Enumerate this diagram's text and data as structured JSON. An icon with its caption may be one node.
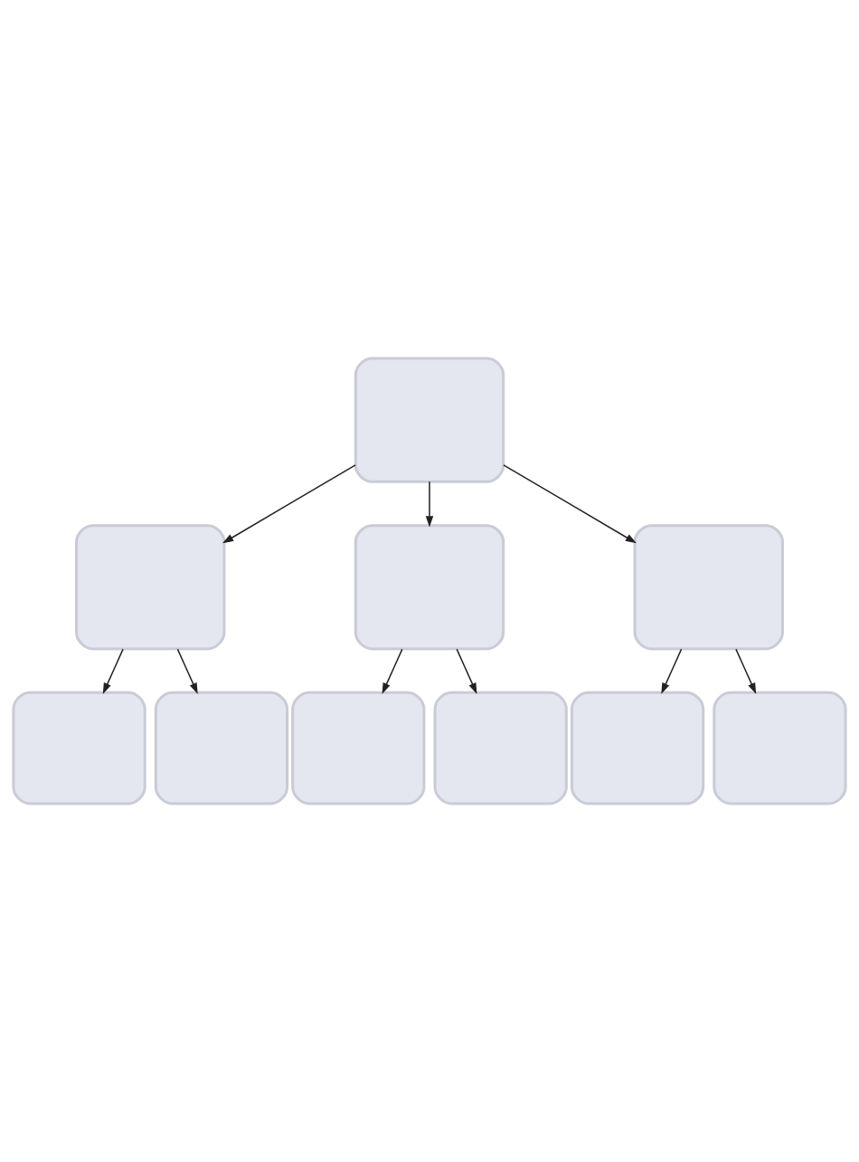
{
  "diagram": {
    "nodes": [
      {
        "text": [],
        "shape": "box"
      },
      {
        "text": [],
        "shape": "box"
      },
      {
        "text": [],
        "shape": "box"
      },
      {
        "text": [],
        "shape": "box"
      },
      {
        "text": [],
        "shape": "box"
      },
      {
        "text": [],
        "shape": "box"
      },
      {
        "text": [],
        "shape": "box"
      },
      {
        "text": [],
        "shape": "box"
      },
      {
        "text": [],
        "shape": "box"
      },
      {
        "text": [],
        "shape": "box"
      }
    ],
    "edges": [
      {
        "from": 0,
        "to": 1,
        "arrow": "to"
      },
      {
        "from": 0,
        "to": 2,
        "arrow": "to"
      },
      {
        "from": 0,
        "to": 3,
        "arrow": "to"
      },
      {
        "from": 1,
        "to": 4,
        "arrow": "to"
      },
      {
        "from": 1,
        "to": 5,
        "arrow": "to"
      },
      {
        "from": 2,
        "to": 6,
        "arrow": "to"
      },
      {
        "from": 2,
        "to": 7,
        "arrow": "to"
      },
      {
        "from": 3,
        "to": 8,
        "arrow": "to"
      },
      {
        "from": 3,
        "to": 9,
        "arrow": "to"
      }
    ]
  }
}
